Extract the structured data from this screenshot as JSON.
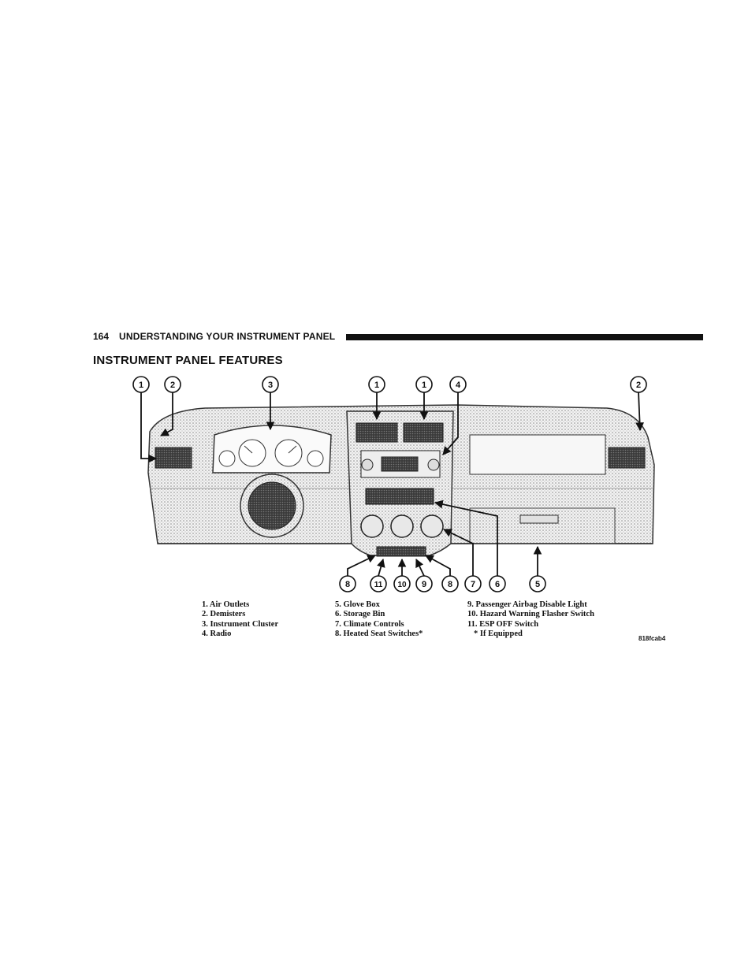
{
  "header": {
    "page_number": "164",
    "section": "UNDERSTANDING YOUR INSTRUMENT PANEL"
  },
  "title": "INSTRUMENT PANEL FEATURES",
  "callouts": [
    "1",
    "2",
    "3",
    "1",
    "1",
    "4",
    "2",
    "8",
    "11",
    "10",
    "9",
    "8",
    "7",
    "6",
    "5"
  ],
  "legend": {
    "col1": [
      "1. Air Outlets",
      "2. Demisters",
      "3. Instrument Cluster",
      "4. Radio"
    ],
    "col2": [
      "5. Glove Box",
      "6. Storage Bin",
      "7. Climate Controls",
      "8. Heated Seat Switches*"
    ],
    "col3": [
      "9. Passenger Airbag Disable Light",
      "10. Hazard Warning Flasher Switch",
      "11. ESP OFF Switch",
      "* If Equipped"
    ]
  },
  "figure_code": "818fcab4"
}
